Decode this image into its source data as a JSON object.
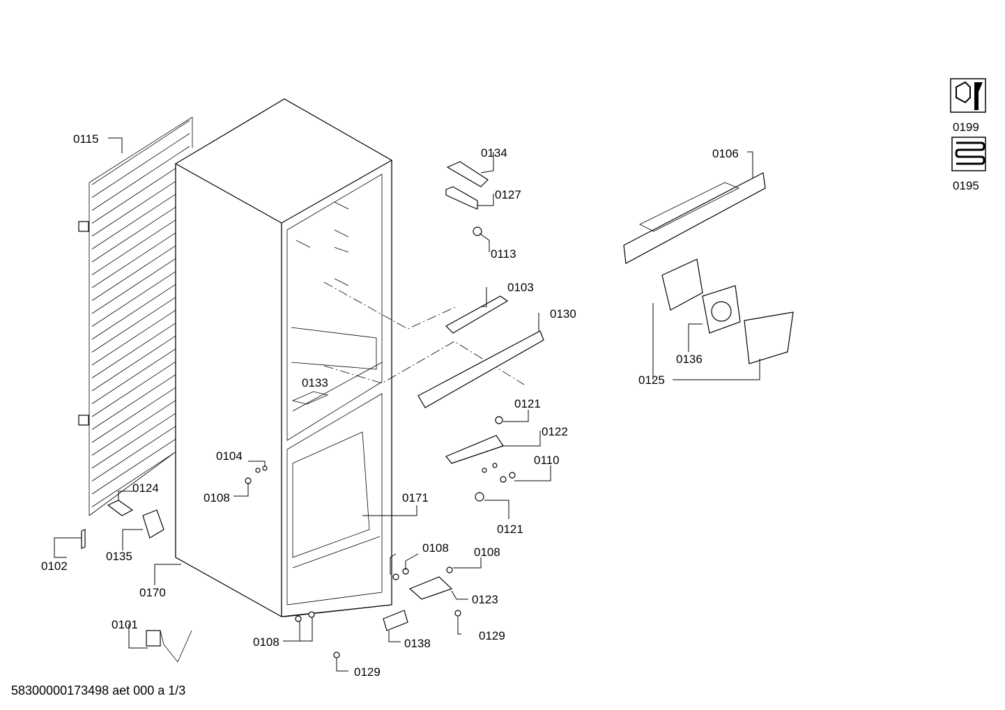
{
  "document": {
    "footer_code": "58300000173498 aet 000 a 1/3"
  },
  "callouts": {
    "c0115": "0115",
    "c0134": "0134",
    "c0127": "0127",
    "c0113": "0113",
    "c0103": "0103",
    "c0130": "0130",
    "c0106": "0106",
    "c0136": "0136",
    "c0125": "0125",
    "c0133": "0133",
    "c0121a": "0121",
    "c0122": "0122",
    "c0110": "0110",
    "c0121b": "0121",
    "c0104": "0104",
    "c0108a": "0108",
    "c0124": "0124",
    "c0171": "0171",
    "c0102": "0102",
    "c0135": "0135",
    "c0170": "0170",
    "c0108b": "0108",
    "c0108c": "0108",
    "c0123": "0123",
    "c0101": "0101",
    "c0108d": "0108",
    "c0138": "0138",
    "c0129a": "0129",
    "c0129b": "0129"
  },
  "legend": {
    "tools_code": "0199",
    "tools_icon": "wrench-nut-icon",
    "heater_code": "0195",
    "heater_icon": "coil-tube-icon"
  }
}
